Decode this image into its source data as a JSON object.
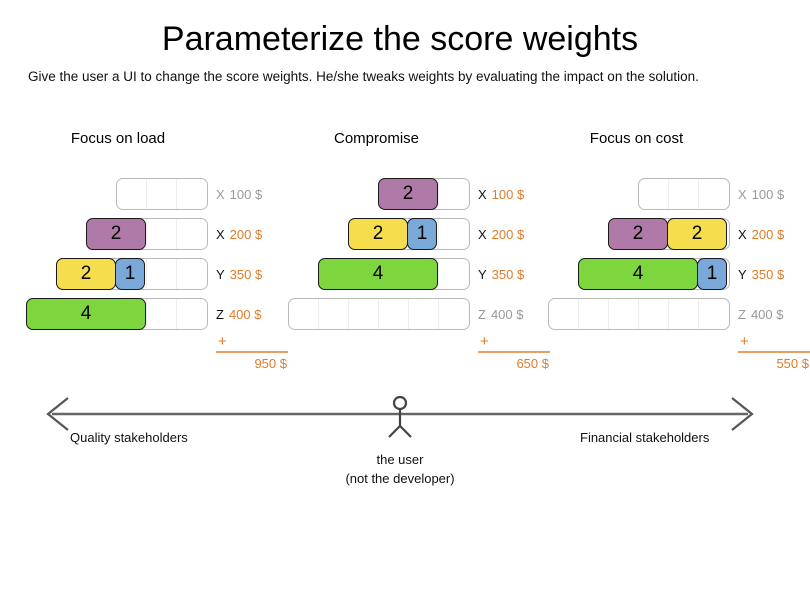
{
  "slide": {
    "title": "Parameterize the score weights",
    "subtitle": "Give the user a UI to change the score weights. He/she tweaks weights by evaluating the impact on the solution."
  },
  "colors": {
    "purple": "#b07aa8",
    "yellow": "#f5dd4d",
    "blue": "#7aa8d8",
    "green": "#7ed63f",
    "orange": "#e07b2a",
    "inactive_gray": "#9a9a9a",
    "track_border": "#b9b9b9",
    "axis_gray": "#666666"
  },
  "columns": [
    {
      "header": "Focus on load",
      "rows": [
        {
          "key": "X",
          "amount": "100 $",
          "active": false,
          "cells": 3,
          "blocks": []
        },
        {
          "key": "X",
          "amount": "200 $",
          "active": true,
          "cells": 4,
          "blocks": [
            {
              "value": "2",
              "color": "purple",
              "units": 2
            }
          ]
        },
        {
          "key": "Y",
          "amount": "350 $",
          "active": true,
          "cells": 5,
          "blocks": [
            {
              "value": "2",
              "color": "yellow",
              "units": 2
            },
            {
              "value": "1",
              "color": "blue",
              "units": 1
            }
          ]
        },
        {
          "key": "Z",
          "amount": "400 $",
          "active": true,
          "cells": 6,
          "blocks": [
            {
              "value": "4",
              "color": "green",
              "units": 4
            }
          ]
        }
      ],
      "plus": "+",
      "total": "950 $"
    },
    {
      "header": "Compromise",
      "rows": [
        {
          "key": "X",
          "amount": "100 $",
          "active": true,
          "cells": 3,
          "blocks": [
            {
              "value": "2",
              "color": "purple",
              "units": 2
            }
          ]
        },
        {
          "key": "X",
          "amount": "200 $",
          "active": true,
          "cells": 4,
          "blocks": [
            {
              "value": "2",
              "color": "yellow",
              "units": 2
            },
            {
              "value": "1",
              "color": "blue",
              "units": 1
            }
          ]
        },
        {
          "key": "Y",
          "amount": "350 $",
          "active": true,
          "cells": 5,
          "blocks": [
            {
              "value": "4",
              "color": "green",
              "units": 4
            }
          ]
        },
        {
          "key": "Z",
          "amount": "400 $",
          "active": false,
          "cells": 6,
          "blocks": []
        }
      ],
      "plus": "+",
      "total": "650 $"
    },
    {
      "header": "Focus on cost",
      "rows": [
        {
          "key": "X",
          "amount": "100 $",
          "active": false,
          "cells": 3,
          "blocks": []
        },
        {
          "key": "X",
          "amount": "200 $",
          "active": true,
          "cells": 4,
          "blocks": [
            {
              "value": "2",
              "color": "purple",
              "units": 2
            },
            {
              "value": "2",
              "color": "yellow",
              "units": 2
            }
          ]
        },
        {
          "key": "Y",
          "amount": "350 $",
          "active": true,
          "cells": 5,
          "blocks": [
            {
              "value": "4",
              "color": "green",
              "units": 4
            },
            {
              "value": "1",
              "color": "blue",
              "units": 1
            }
          ]
        },
        {
          "key": "Z",
          "amount": "400 $",
          "active": false,
          "cells": 6,
          "blocks": []
        }
      ],
      "plus": "+",
      "total": "550 $"
    }
  ],
  "axis": {
    "left_label": "Quality stakeholders",
    "right_label": "Financial stakeholders",
    "figure_caption_line1": "the user",
    "figure_caption_line2": "(not the developer)"
  }
}
